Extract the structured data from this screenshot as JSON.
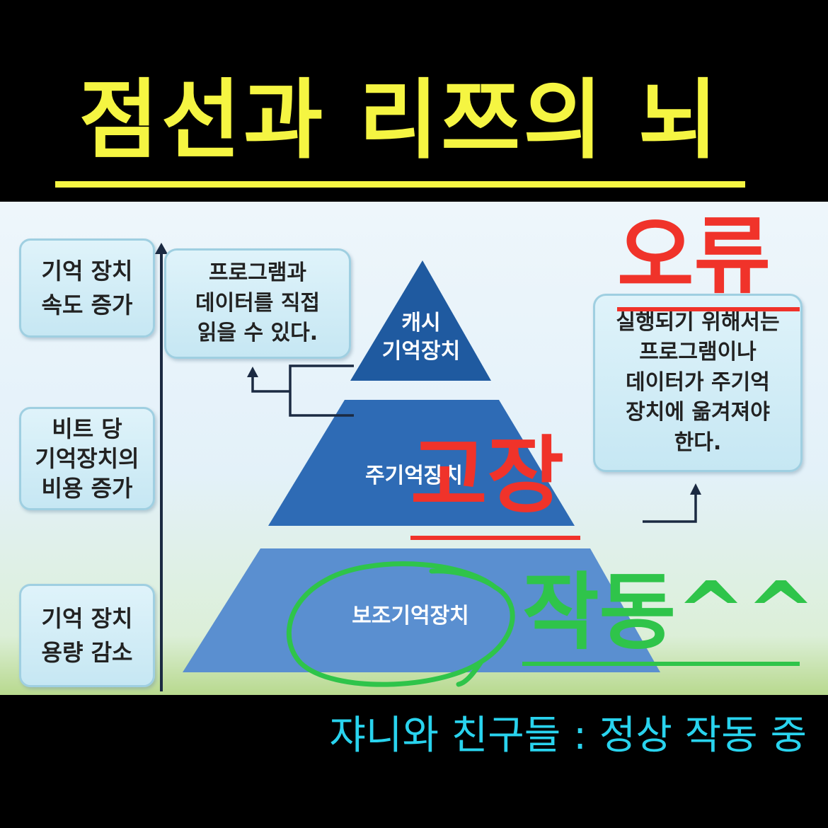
{
  "title": "점선과 리쯔의 뇌",
  "side_labels": [
    {
      "line1": "기억 장치",
      "line2": "속도 증가"
    },
    {
      "line1": "비트 당",
      "line2": "기억장치의",
      "line3": "비용 증가"
    },
    {
      "line1": "기억 장치",
      "line2": "용량 감소"
    }
  ],
  "left_note": {
    "line1": "프로그램과",
    "line2": "데이터를 직접",
    "line3": "읽을 수 있다."
  },
  "right_note": {
    "line1": "실행되기 위해서는",
    "line2": "프로그램이나",
    "line3": "데이터가 주기억",
    "line4": "장치에 옮겨져야",
    "line5": "한다."
  },
  "pyramid": {
    "top": {
      "line1": "캐시",
      "line2": "기억장치"
    },
    "middle": "주기억장치",
    "bottom": "보조기억장치"
  },
  "overlays": {
    "error": "오류",
    "failure": "고장",
    "working": "작동^^"
  },
  "footer": "쟈니와 친구들 : 정상 작동 중",
  "colors": {
    "title": "#f5f542",
    "pyramid_top": "#1f5aa0",
    "pyramid_mid": "#2e6bb5",
    "pyramid_bottom": "#5a8fd0",
    "red_overlay": "#f0332a",
    "green_overlay": "#2fc44a",
    "footer": "#29d3ee"
  }
}
